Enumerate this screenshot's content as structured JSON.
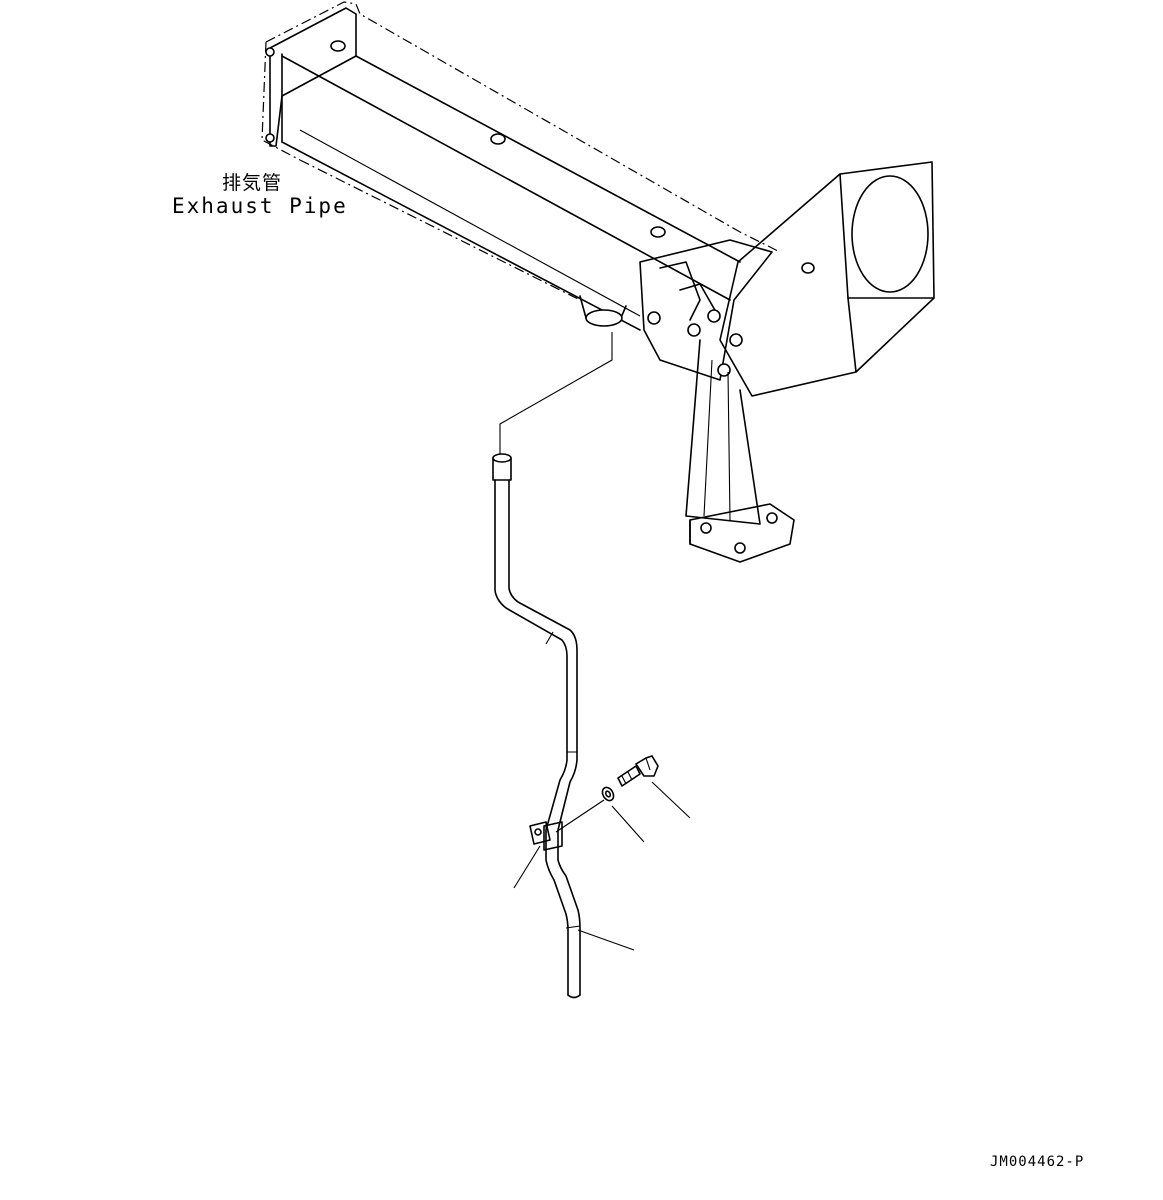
{
  "labels": {
    "exhaust_pipe_jp": "排気管",
    "exhaust_pipe_en": "Exhaust Pipe"
  },
  "drawing_number": "JM004462-P",
  "colors": {
    "line": "#000000",
    "background": "#ffffff"
  }
}
